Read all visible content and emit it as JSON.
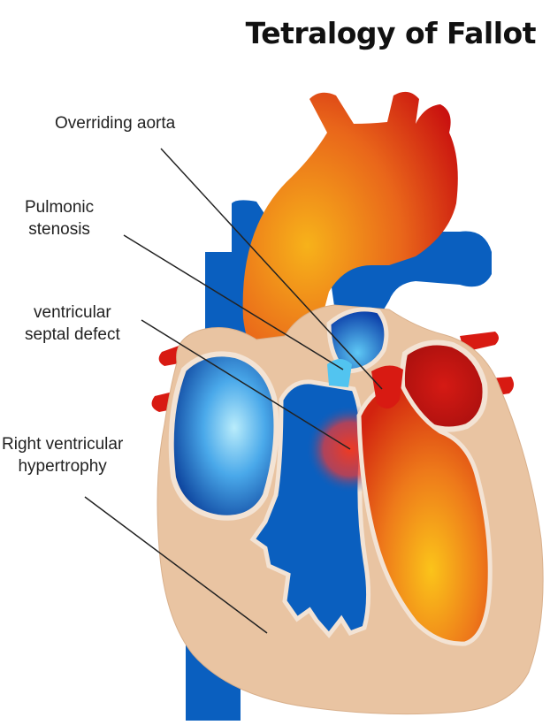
{
  "title": "Tetralogy of Fallot",
  "labels": {
    "overriding_aorta": "Overriding aorta",
    "pulmonic_stenosis_1": "Pulmonic",
    "pulmonic_stenosis_2": "stenosis",
    "vsd_1": "ventricular",
    "vsd_2": "septal defect",
    "rvh_1": "Right ventricular",
    "rvh_2": "hypertrophy"
  },
  "colors": {
    "deoxygenated_blue": "#0a5fbf",
    "oxygenated_red": "#d81a12",
    "muscle_tan": "#e9c4a2",
    "aorta_orange": "#f29a12"
  }
}
